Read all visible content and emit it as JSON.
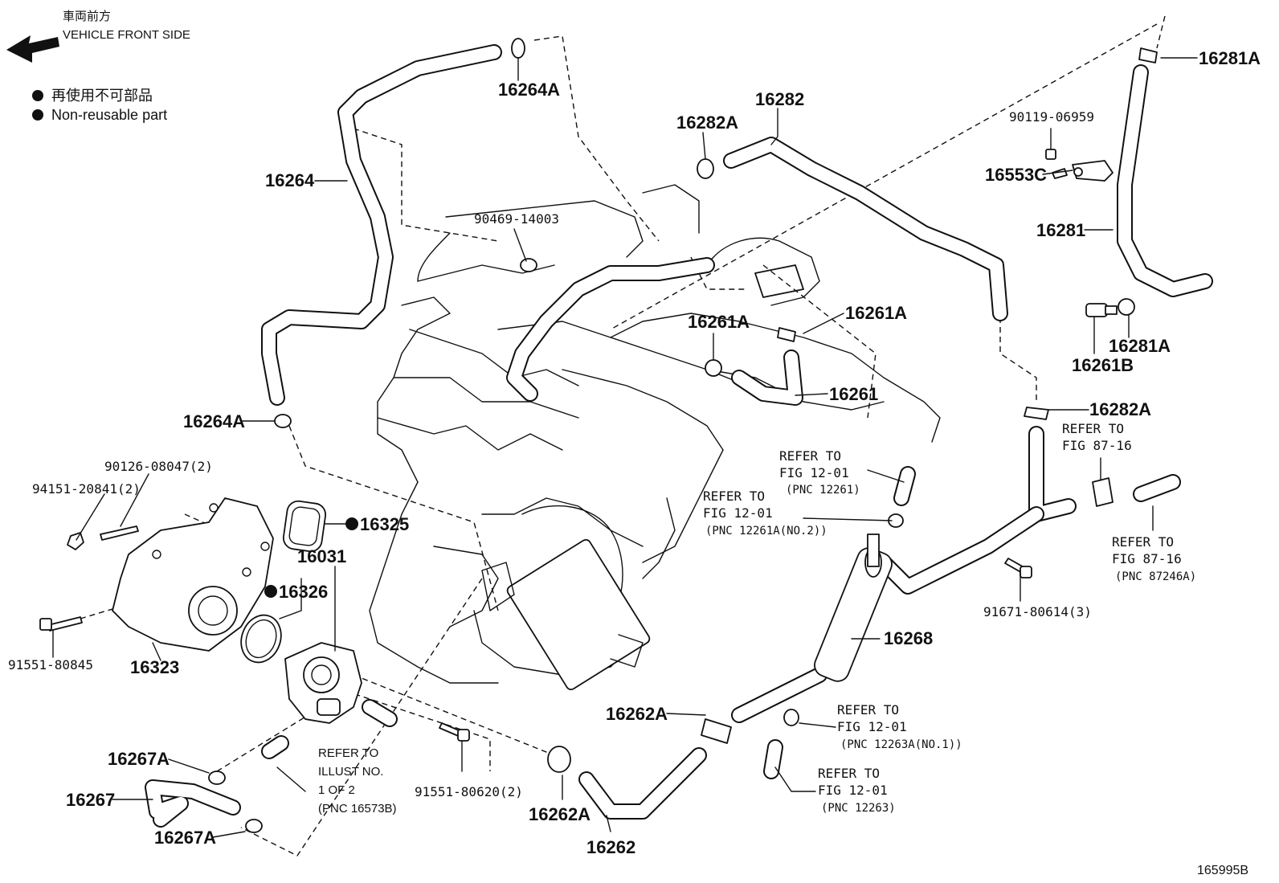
{
  "header": {
    "direction_jp": "車両前方",
    "direction_en": "VEHICLE FRONT SIDE",
    "legend_jp": "再使用不可部品",
    "legend_en": "Non-reusable part"
  },
  "catalog_number": "165995B",
  "parts": {
    "p16264A_top": "16264A",
    "p16264": "16264",
    "p16264A_bot": "16264A",
    "p90469": "90469-14003",
    "p16282A_top": "16282A",
    "p16282": "16282",
    "p16281A_top": "16281A",
    "p90119": "90119-06959",
    "p16553C": "16553C",
    "p16281": "16281",
    "p16261A_right": "16261A",
    "p16261A_left": "16261A",
    "p16261": "16261",
    "p16261B": "16261B",
    "p16281A_bot": "16281A",
    "p16282A_bot": "16282A",
    "p90126": "90126-08047(2)",
    "p94151": "94151-20841(2)",
    "p16325": "16325",
    "p16031": "16031",
    "p16326": "16326",
    "p91551_left": "91551-80845",
    "p16323": "16323",
    "p91671": "91671-80614(3)",
    "p16268": "16268",
    "p16262A_mid": "16262A",
    "p16267A_top": "16267A",
    "p16267": "16267",
    "p16267A_bot": "16267A",
    "p91551_mid": "91551-80620(2)",
    "p16262A_bot": "16262A",
    "p16262": "16262"
  },
  "references": {
    "r1": {
      "l1": "REFER TO",
      "l2": "FIG 12-01",
      "l3": "(PNC 12261)"
    },
    "r2": {
      "l1": "REFER TO",
      "l2": "FIG 12-01",
      "l3": "(PNC 12261A(NO.2))"
    },
    "r3": {
      "l1": "REFER TO",
      "l2": "FIG 87-16"
    },
    "r4": {
      "l1": "REFER TO",
      "l2": "FIG 87-16",
      "l3": "(PNC 87246A)"
    },
    "r5": {
      "l1": "REFER TO",
      "l2": "FIG 12-01",
      "l3": "(PNC 12263A(NO.1))"
    },
    "r6": {
      "l1": "REFER TO",
      "l2": "FIG 12-01",
      "l3": "(PNC 12263)"
    },
    "r7": {
      "l1": "REFER TO",
      "l2": "ILLUST NO.",
      "l3": "1 OF 2",
      "l4": "(PNC 16573B)"
    }
  }
}
